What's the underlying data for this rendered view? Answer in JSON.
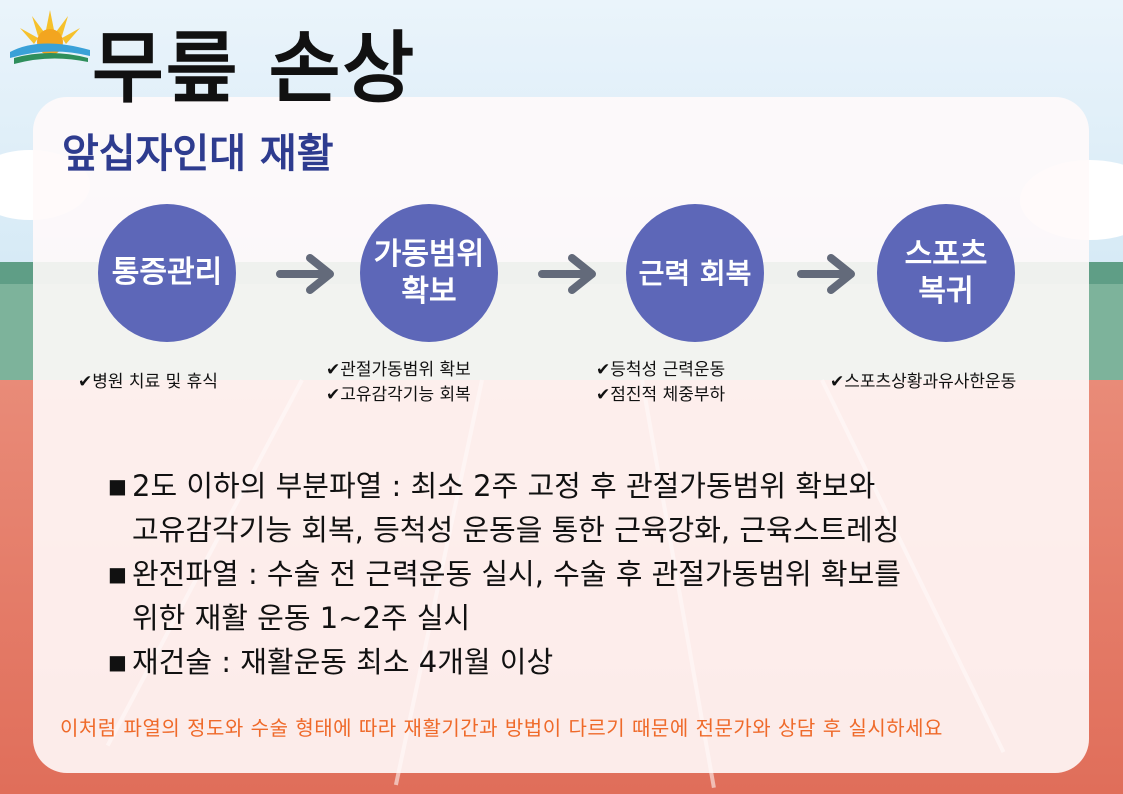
{
  "title": "무릎 손상",
  "subtitle": "앞십자인대 재활",
  "steps": [
    {
      "label": "통증관리",
      "notes": [
        "✔병원 치료 및 휴식"
      ]
    },
    {
      "label": "가동범위\n확보",
      "notes": [
        "✔관절가동범위 확보",
        "✔고유감각기능 회복"
      ]
    },
    {
      "label": "근력 회복",
      "notes": [
        "✔등척성 근력운동",
        "✔점진적 체중부하"
      ]
    },
    {
      "label": "스포츠\n복귀",
      "notes": [
        "✔스포츠상황과유사한운동"
      ]
    }
  ],
  "bullets": {
    "b1_line1": "2도 이하의 부분파열 : 최소 2주 고정 후 관절가동범위 확보와",
    "b1_line2": "고유감각기능 회복, 등척성 운동을 통한 근육강화, 근육스트레칭",
    "b2_line1": "완전파열 : 수술 전 근력운동 실시, 수술 후 관절가동범위 확보를",
    "b2_line2": "위한 재활 운동 1~2주 실시",
    "b3_line1": "재건술 : 재활운동 최소 4개월 이상"
  },
  "footer": "이처럼 파열의 정도와 수술 형태에 따라 재활기간과 방법이 다르기 때문에 전문가와 상담 후 실시하세요",
  "colors": {
    "circle": "#5d67b8",
    "subtitle": "#2e3c8f",
    "footer": "#ef6a2a",
    "arrow": "#636a7a",
    "track": "#e06e5a"
  },
  "icons": {
    "logo": "sun-mountain-logo-icon",
    "arrow": "right-arrow-icon",
    "bullet": "square-bullet-icon"
  }
}
